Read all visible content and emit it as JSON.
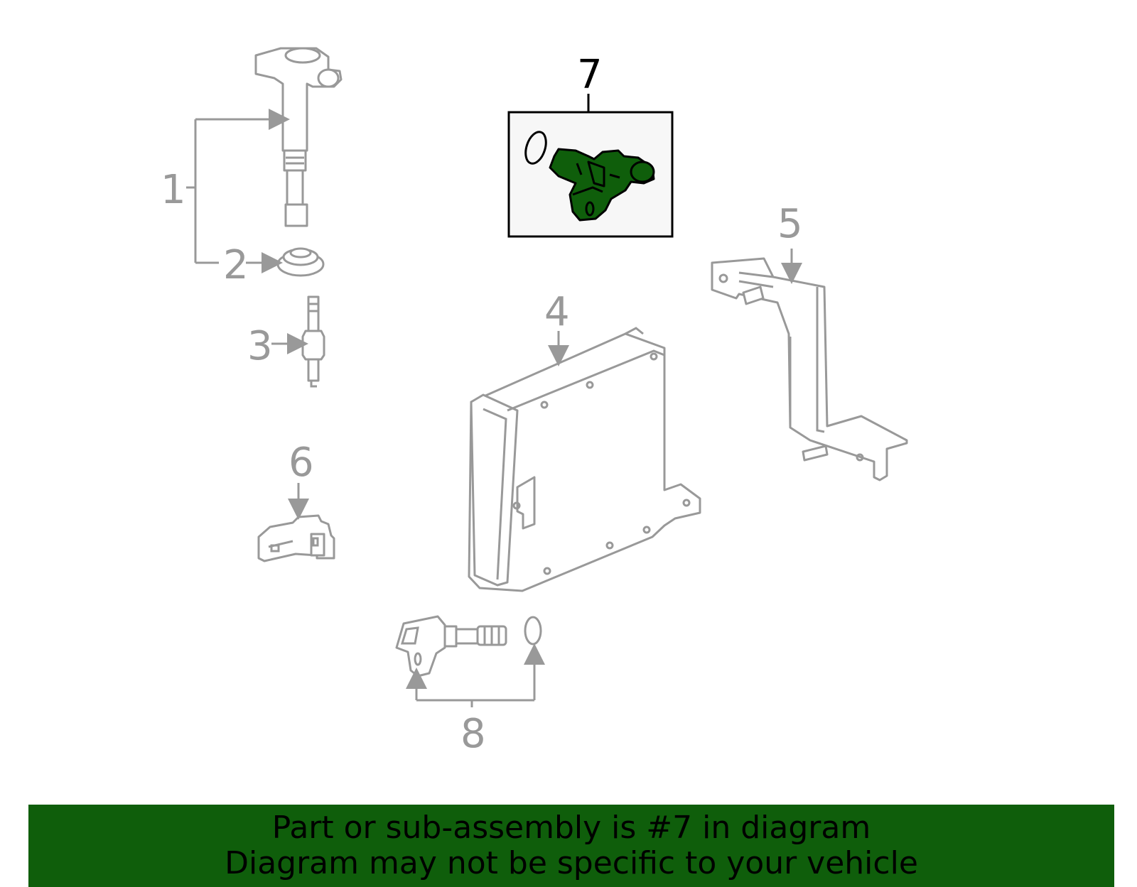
{
  "callouts": {
    "c1": "1",
    "c2": "2",
    "c3": "3",
    "c4": "4",
    "c5": "5",
    "c6": "6",
    "c7": "7",
    "c8": "8"
  },
  "highlight": {
    "part_number": "7",
    "color": "#0f5e0b",
    "box_fill": "#f7f7f7"
  },
  "banner": {
    "line1": "Part or sub-assembly is #7 in diagram",
    "line2": "Diagram may not be specific to your vehicle",
    "color": "#0f5e0b"
  },
  "colors": {
    "line": "#999999",
    "highlight_outline": "#000000"
  }
}
